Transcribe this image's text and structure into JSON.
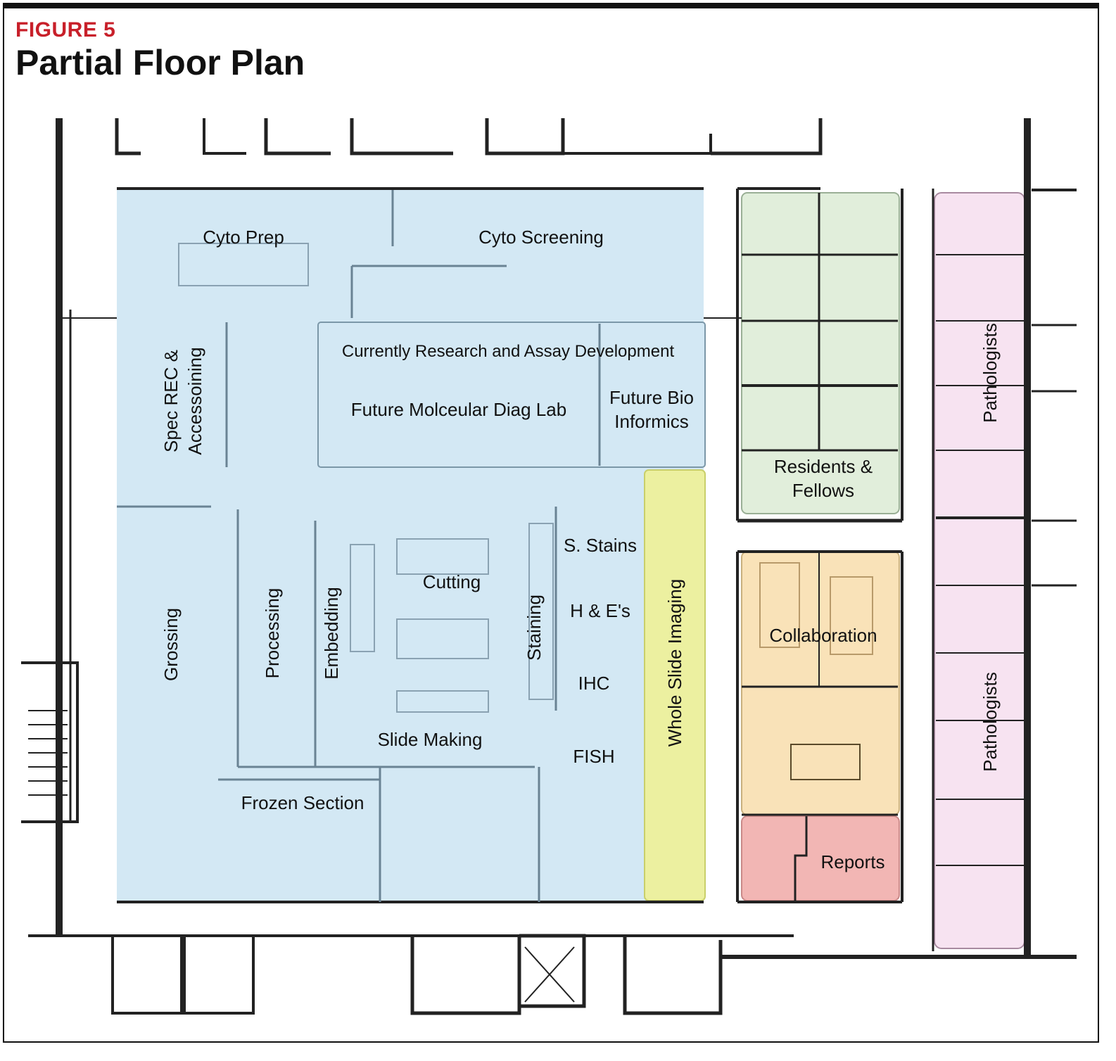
{
  "figure": {
    "label": "FIGURE 5",
    "title": "Partial Floor Plan"
  },
  "colors": {
    "lab_blue": "#d3e8f4",
    "imaging_yellow": "#ecf0a0",
    "residents_green": "#e1eedb",
    "collaboration_orange": "#f9e2b8",
    "reports_red": "#f2b6b4",
    "pathologists_pink": "#f7e3f1",
    "title_red": "#c8202a"
  },
  "rooms": {
    "cyto_prep": "Cyto Prep",
    "cyto_screening": "Cyto Screening",
    "research": "Currently Research and Assay Development",
    "molecular": "Future Molceular Diag Lab",
    "bio_line1": "Future Bio",
    "bio_line2": "Informics",
    "spec_line1": "Spec REC &",
    "spec_line2": "Accessoining",
    "grossing": "Grossing",
    "processing": "Processing",
    "embedding": "Embedding",
    "cutting": "Cutting",
    "staining": "Staining",
    "s_stains": "S. Stains",
    "he": "H & E's",
    "ihc": "IHC",
    "fish": "FISH",
    "slide_making": "Slide Making",
    "frozen_section": "Frozen Section",
    "whole_slide_imaging": "Whole Slide Imaging",
    "residents_line1": "Residents &",
    "residents_line2": "Fellows",
    "collaboration": "Collaboration",
    "reports": "Reports",
    "pathologists_upper": "Pathologists",
    "pathologists_lower": "Pathologists"
  }
}
